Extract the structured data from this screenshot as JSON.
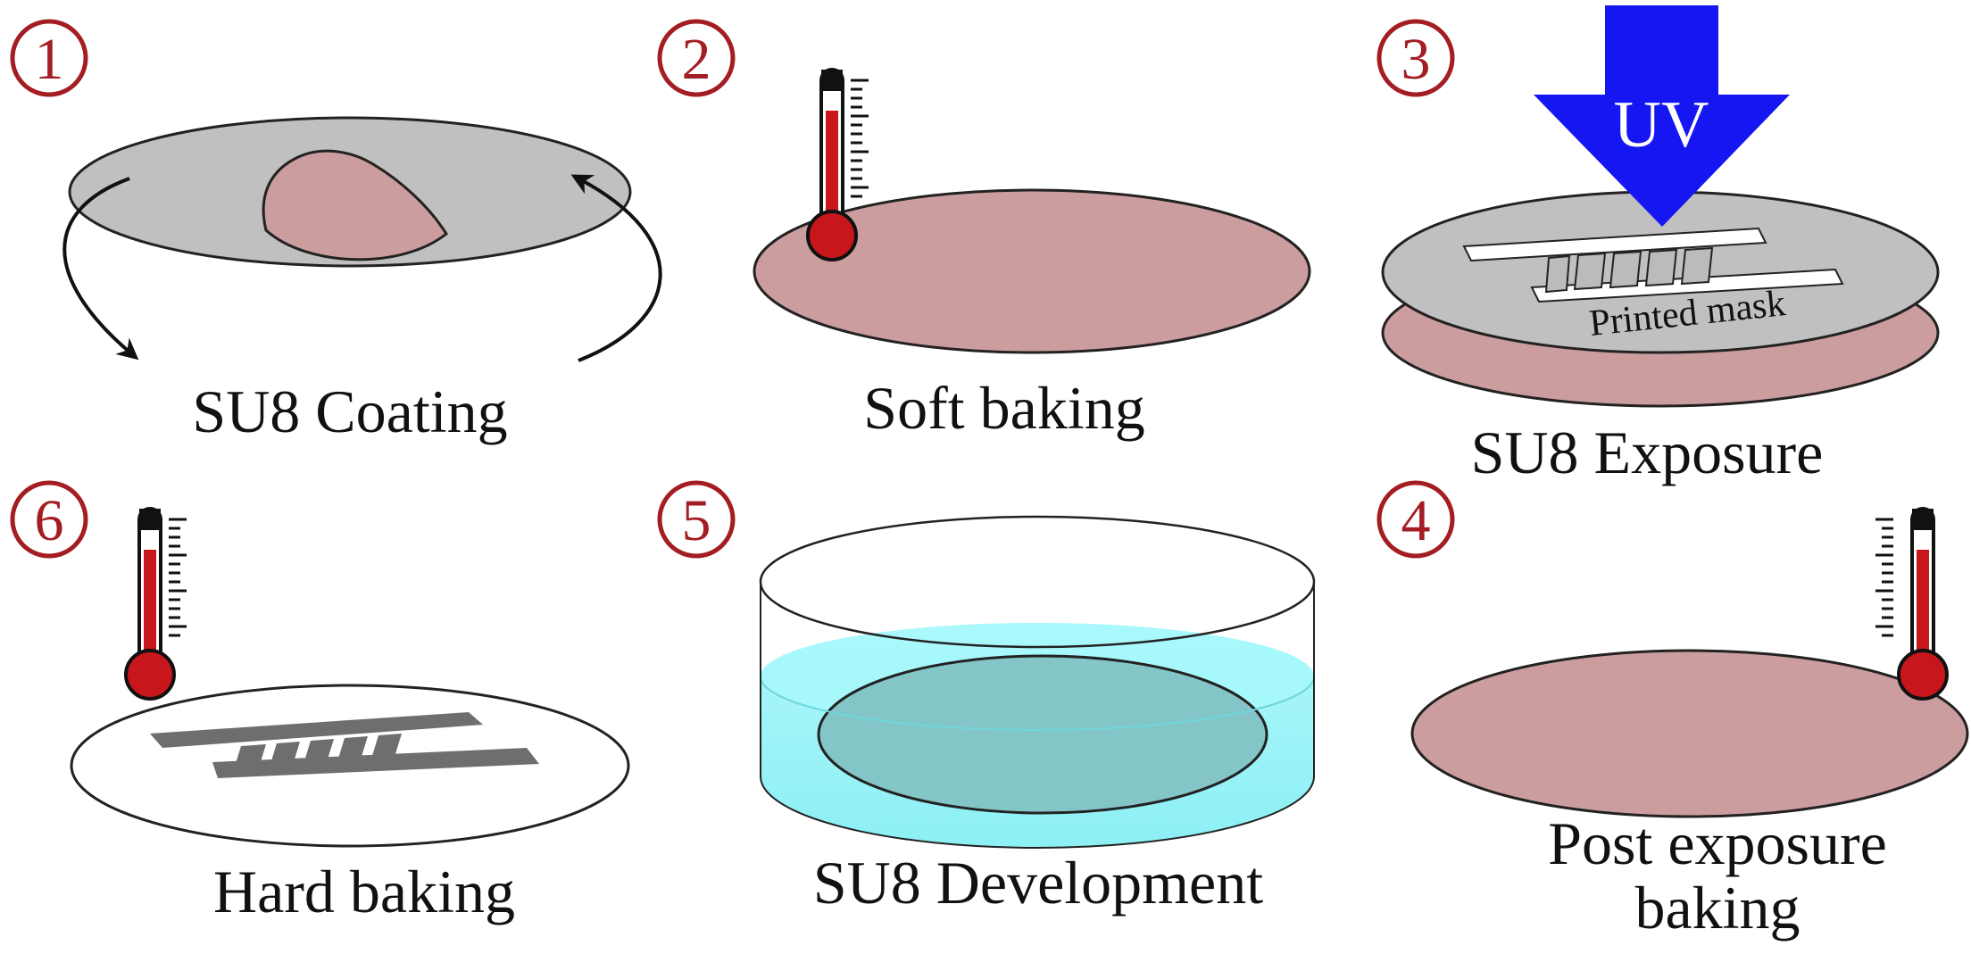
{
  "steps": [
    {
      "number": "1",
      "caption": "SU8 Coating"
    },
    {
      "number": "2",
      "caption": "Soft baking"
    },
    {
      "number": "3",
      "caption": "SU8 Exposure"
    },
    {
      "number": "4",
      "caption_line1": "Post exposure",
      "caption_line2": "baking"
    },
    {
      "number": "5",
      "caption": "SU8 Development"
    },
    {
      "number": "6",
      "caption": "Hard baking"
    }
  ],
  "labels": {
    "uv": "UV",
    "mask": "Printed mask"
  },
  "colors": {
    "step_red": "#a31d22",
    "resist_pink": "#cc9d9e",
    "resist_outline": "#222222",
    "wafer_gray": "#c0c0c0",
    "uv_blue": "#1616f2",
    "developer_cyan": "#8ef2f6",
    "developed_wafer": "#84c6c7",
    "pattern_gray": "#6e6e6e",
    "thermometer_red": "#c8161d"
  },
  "icons": [
    "thermometer-icon",
    "rotation-arrow-icon",
    "uv-arrow-icon"
  ]
}
